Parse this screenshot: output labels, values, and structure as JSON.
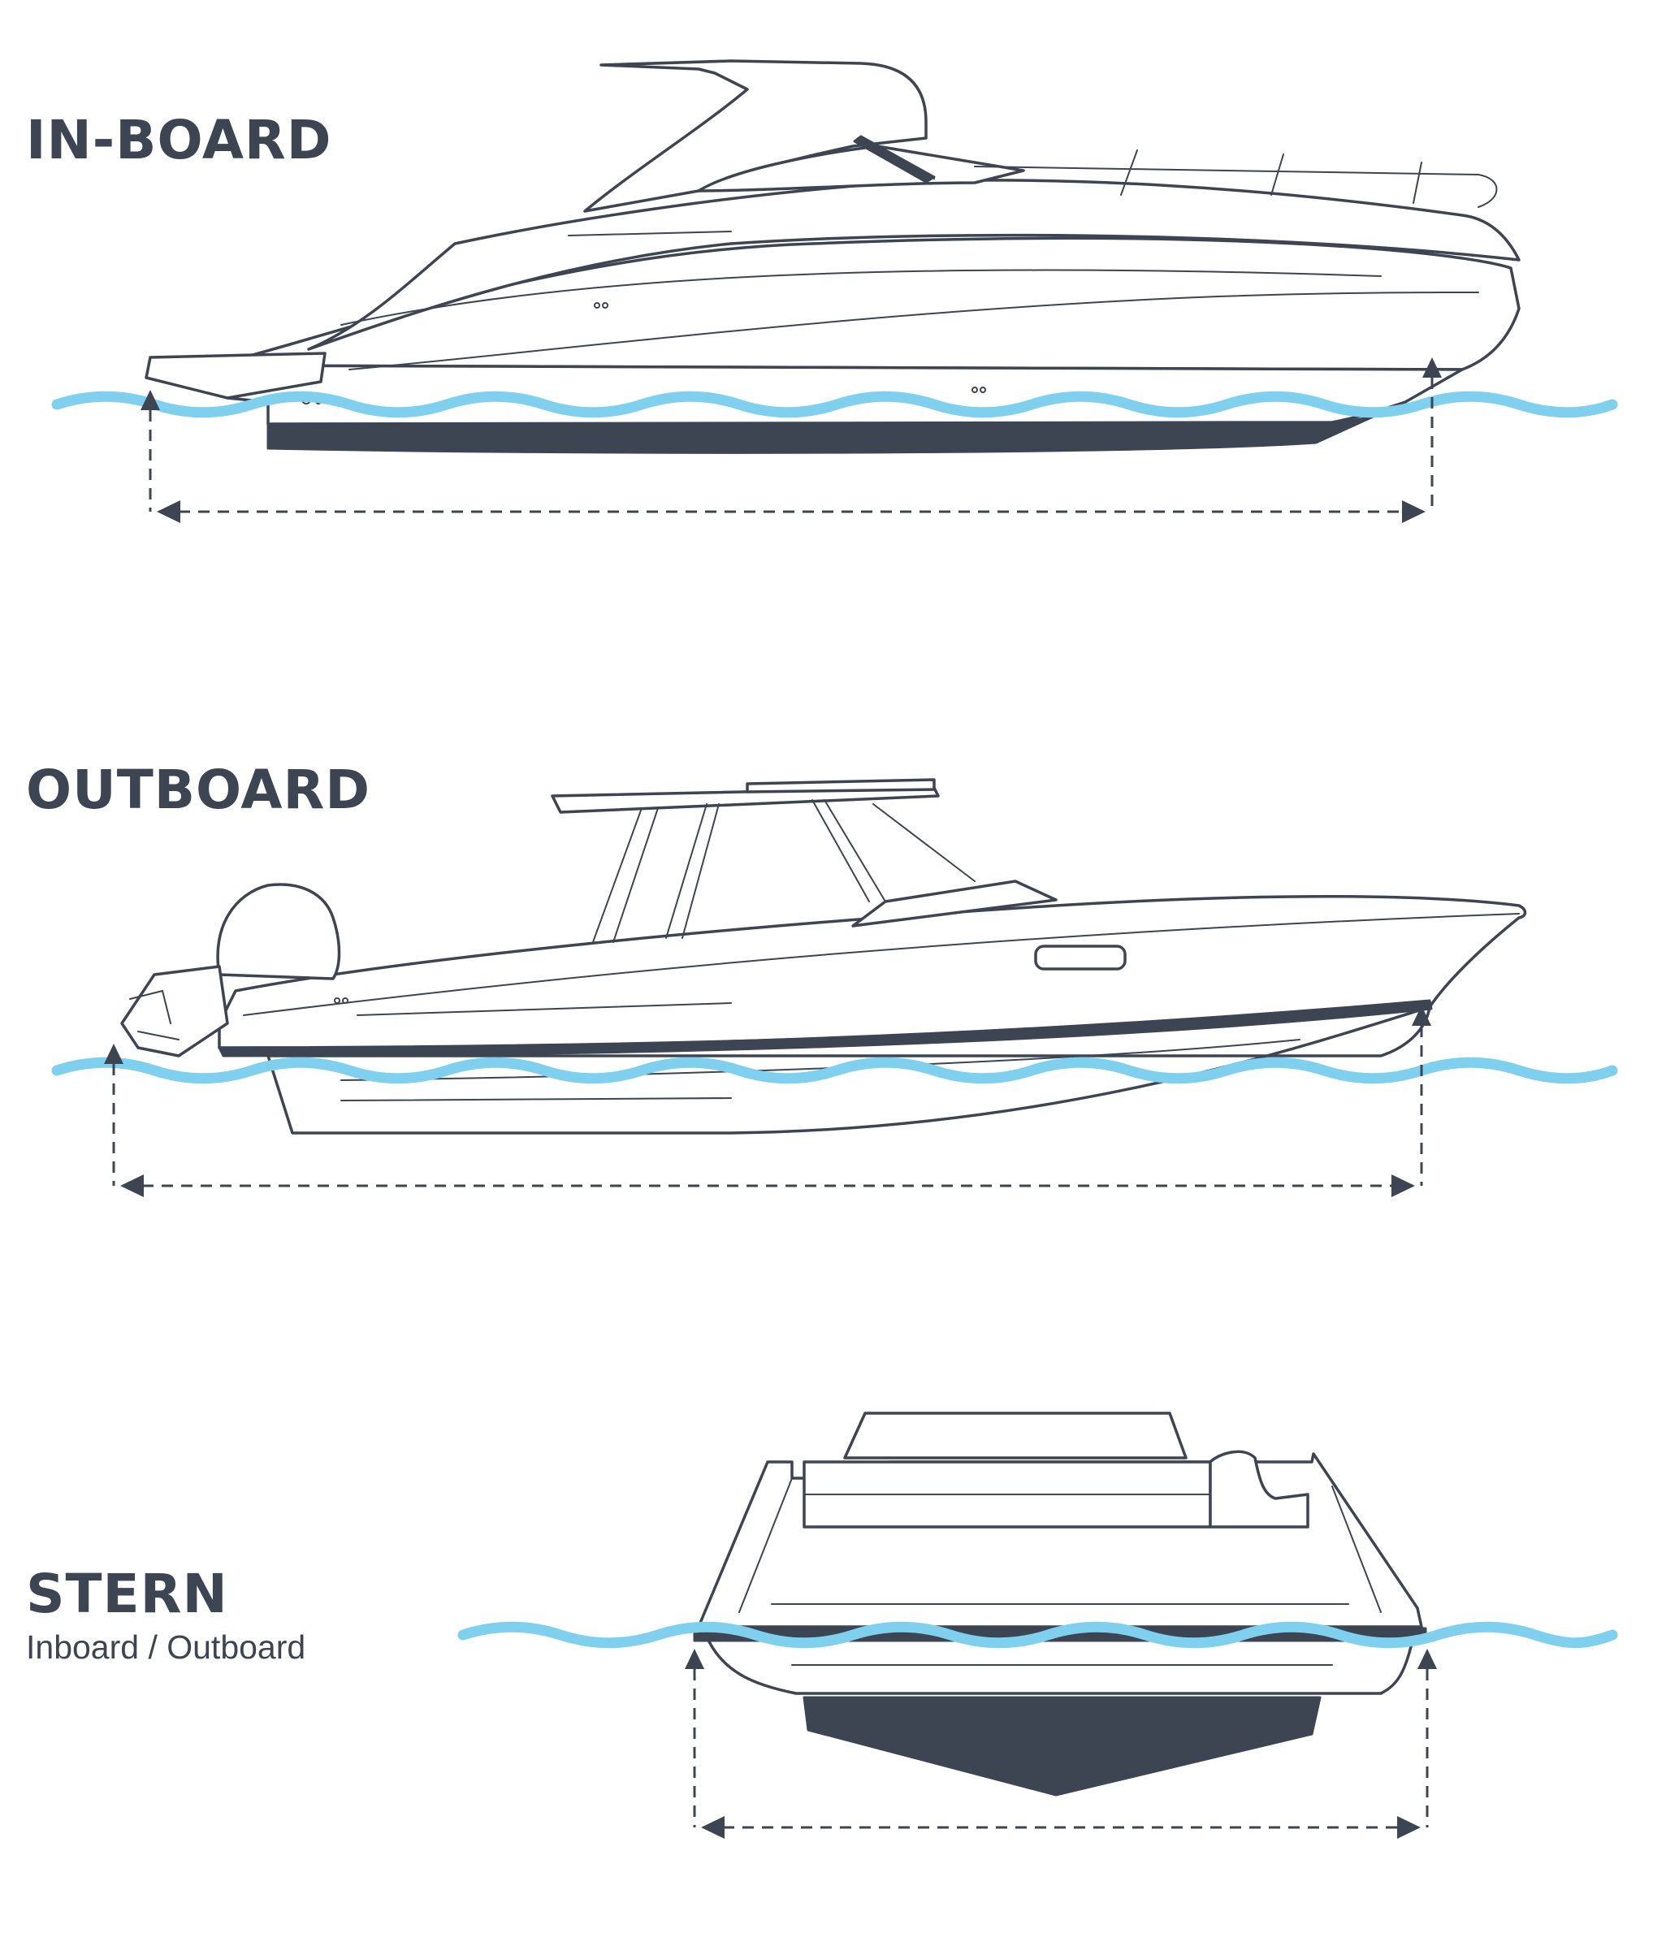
{
  "sections": {
    "inboard": {
      "title": "IN-BOARD"
    },
    "outboard": {
      "title": "OUTBOARD"
    },
    "stern": {
      "title": "STERN",
      "subtitle": "Inboard / Outboard"
    }
  },
  "colors": {
    "hull_outline": "#3d4553",
    "water": "#7fd0ee",
    "background": "#ffffff"
  },
  "icons": {
    "inboard": "inboard-cruiser-profile-icon",
    "outboard": "outboard-center-console-profile-icon",
    "stern": "stern-view-icon",
    "water": "water-line-icon",
    "measure": "length-dimension-arrow-icon"
  }
}
